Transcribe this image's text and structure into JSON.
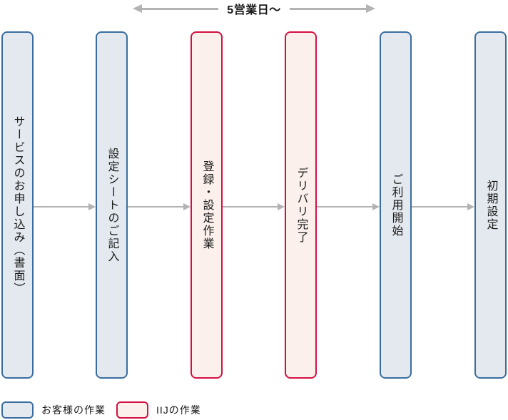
{
  "duration": {
    "label": "5営業日〜"
  },
  "steps": [
    {
      "label": "サービスのお申し込み（書面）",
      "type": "customer"
    },
    {
      "label": "設定シートのご記入",
      "type": "customer"
    },
    {
      "label": "登録・設定作業",
      "type": "iij"
    },
    {
      "label": "デリバリ完了",
      "type": "iij"
    },
    {
      "label": "ご利用開始",
      "type": "customer"
    },
    {
      "label": "初期設定",
      "type": "customer"
    }
  ],
  "legend": [
    {
      "label": "お客様の作業",
      "type": "customer"
    },
    {
      "label": "IIJの作業",
      "type": "iij"
    }
  ],
  "colors": {
    "customer_border": "#3a6d9e",
    "customer_fill": "#e3e9ef",
    "iij_border": "#d50f42",
    "iij_fill": "#fbf0eb",
    "arrow": "#b3b3b3",
    "text": "#1a1a1a"
  }
}
